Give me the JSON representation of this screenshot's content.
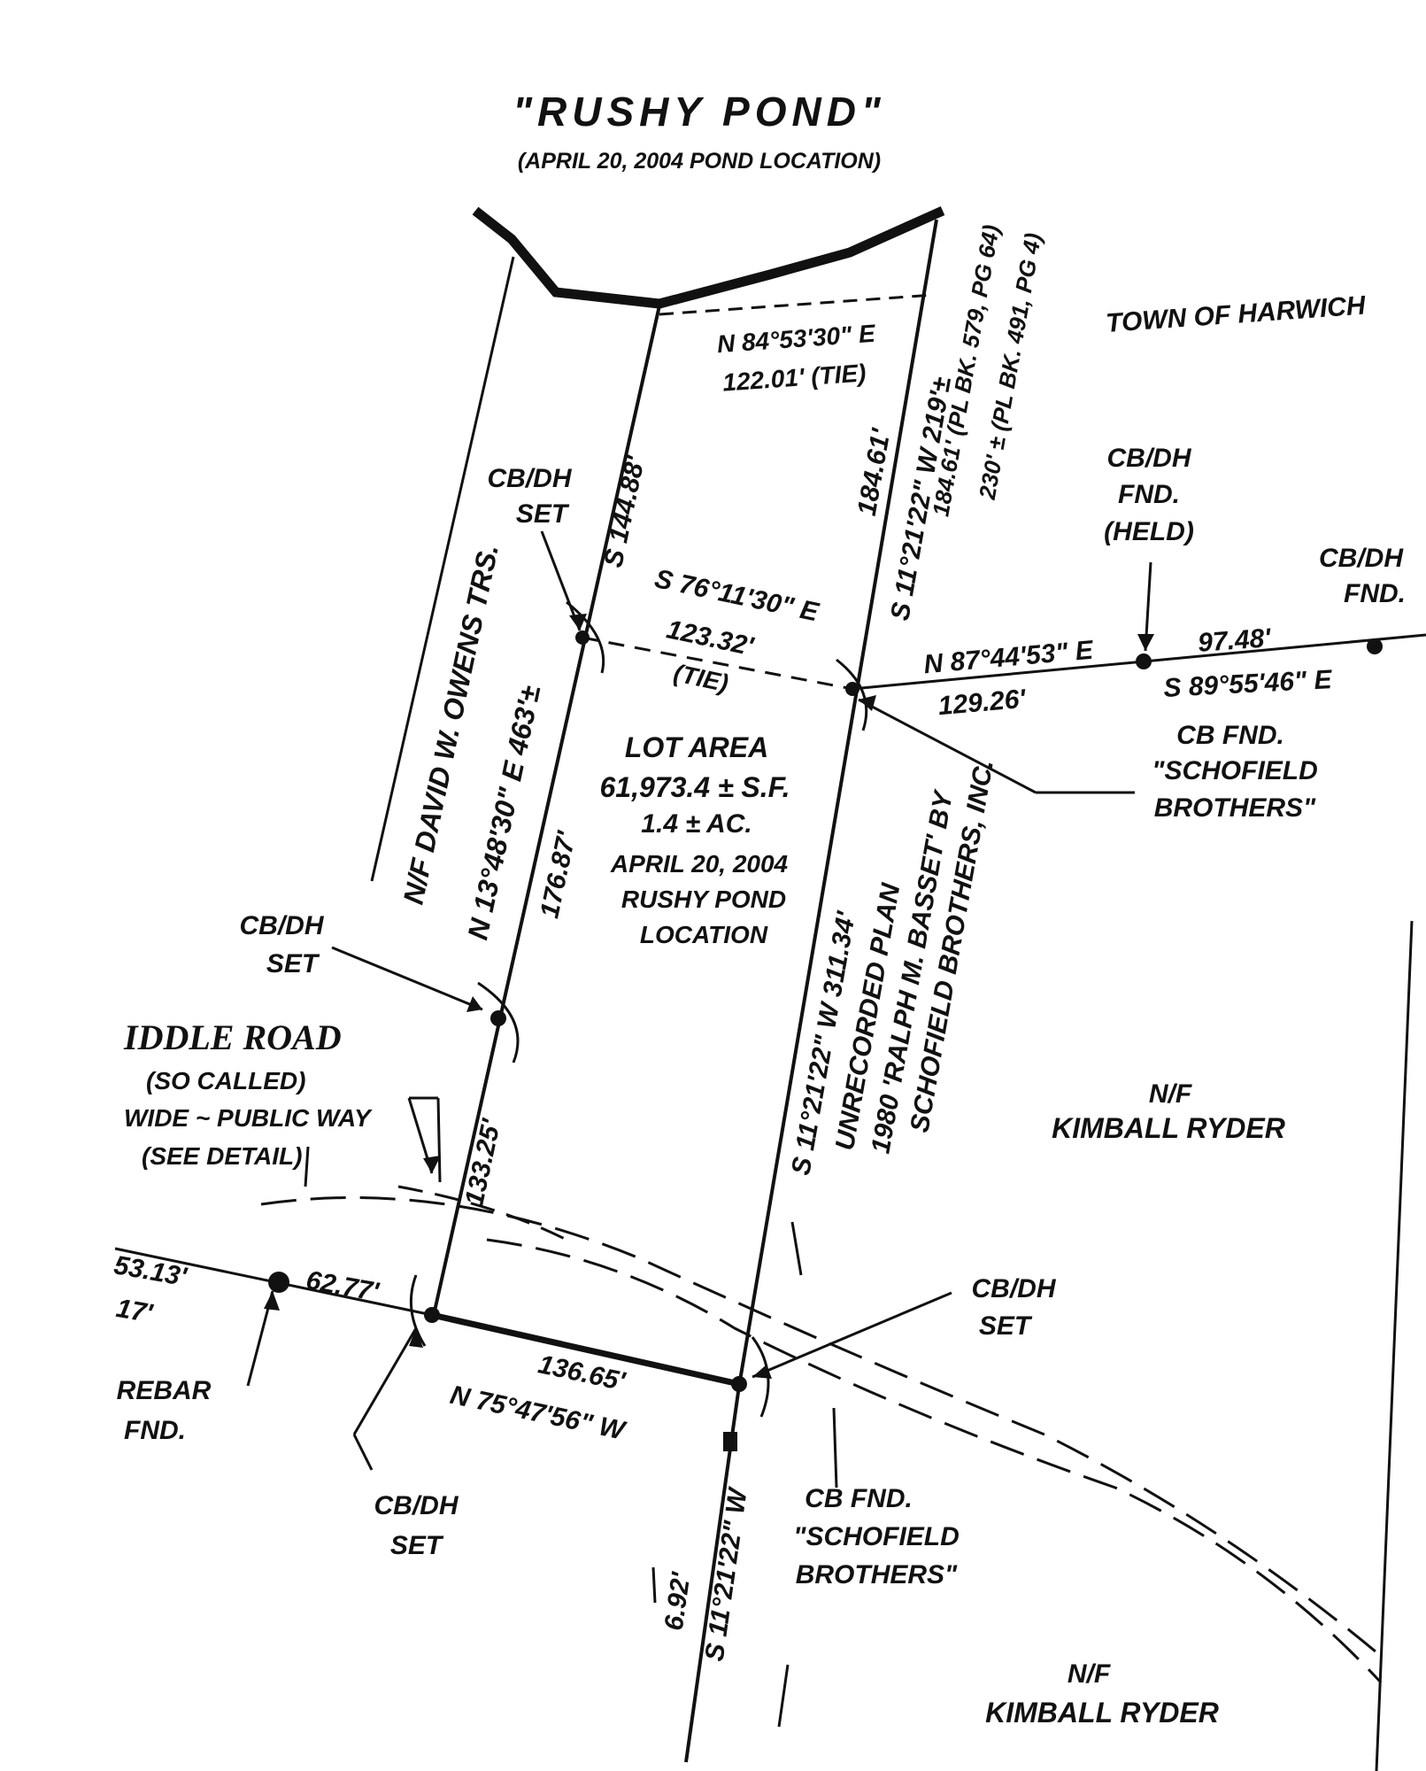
{
  "title": "\"RUSHY POND\"",
  "subtitle": "(APRIL 20, 2004 POND LOCATION)",
  "top_line": {
    "bearing": "N 84°53'30\" E",
    "distance": "122.01' (TIE)"
  },
  "east_line": {
    "upper_dist": "184.61'",
    "bearing": "S 11°21'22\" W 219'±",
    "ref1": "184.61' (PL BK. 579, PG 64)",
    "ref2": "230' ± (PL BK. 491, PG 4)"
  },
  "town": "TOWN OF HARWICH",
  "mid_tie": {
    "bearing": "S 76°11'30\" E",
    "distance": "123.32'",
    "tie": "(TIE)"
  },
  "inner_west": {
    "upper_dist": "S 144.88'",
    "lower_dist": "176.87'"
  },
  "west_bearing": "N 13°48'30\" E 463'±",
  "owner_west": "N/F DAVID W. OWENS TRS.",
  "east_run": {
    "bearing1": "N 87°44'53\" E",
    "dist1": "129.26'",
    "dist2": "97.48'",
    "bearing2": "S 89°55'46\" E"
  },
  "markers": {
    "cbdh_set": "CB/DH",
    "set": "SET",
    "cbdh_fnd_held": [
      "CB/DH",
      "FND.",
      "(HELD)"
    ],
    "cbdh_fnd_right": [
      "CB/DH",
      "FND."
    ],
    "cb_fnd_schofield": [
      "CB FND.",
      "\"SCHOFIELD",
      "BROTHERS\""
    ],
    "rebar": [
      "REBAR",
      "FND."
    ]
  },
  "lot_area": [
    "LOT AREA",
    "61,973.4 ± S.F.",
    "1.4 ± AC.",
    "APRIL 20, 2004",
    "RUSHY POND",
    "LOCATION"
  ],
  "east_lower": {
    "bearing": "S 11°21'22\" W 311.34'",
    "plan": [
      "UNRECORDED PLAN",
      "1980 'RALPH M. BASSET' BY",
      "SCHOFIELD BROTHERS, INC."
    ]
  },
  "road": [
    "IDDLE ROAD",
    "(SO CALLED)",
    "WIDE ~ PUBLIC WAY",
    "(SEE DETAIL)"
  ],
  "west_lower_dist": "133.25'",
  "south_line": {
    "distance": "136.65'",
    "bearing": "N 75°47'56\" W"
  },
  "road_dists": {
    "d1": "62.77'",
    "d2": "53.13'",
    "d3": "17'"
  },
  "south_ext": {
    "bearing": "S 11°21'22\" W",
    "dist": "6.92'"
  },
  "owner_east": [
    "N/F",
    "KIMBALL RYDER"
  ],
  "owner_south": [
    "N/F",
    "KIMBALL RYDER"
  ]
}
